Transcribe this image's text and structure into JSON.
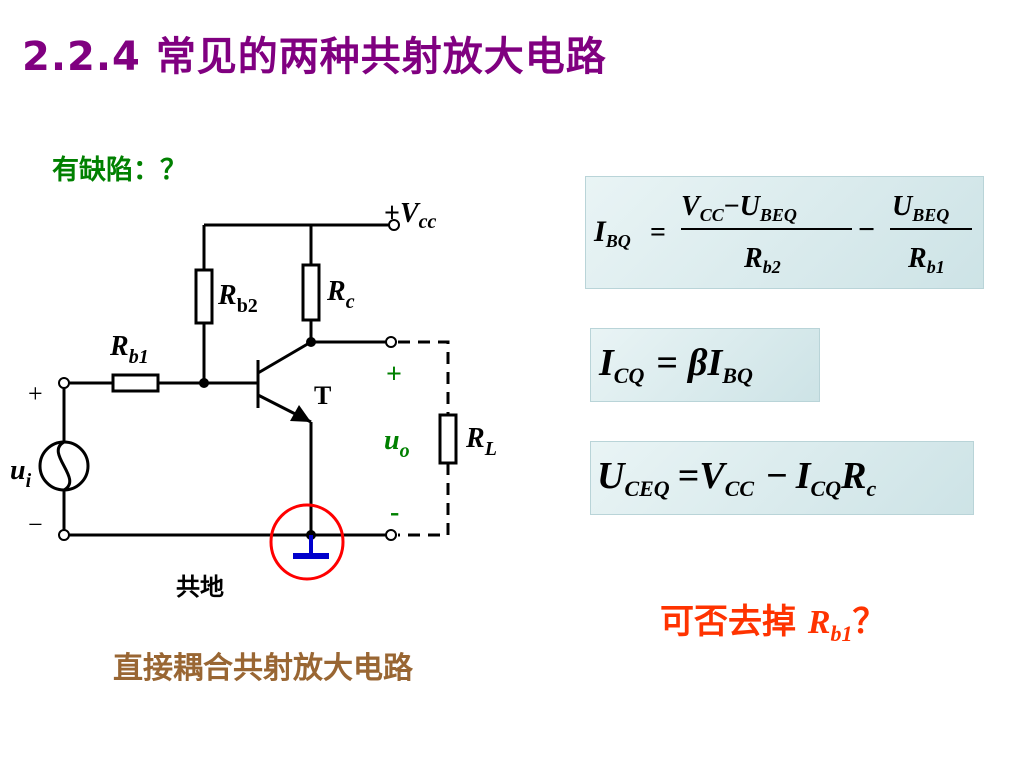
{
  "slide": {
    "title": "2.2.4 常见的两种共射放大电路",
    "defect_note": "有缺陷：？",
    "caption": "直接耦合共射放大电路",
    "question_prefix": "可否去掉 ",
    "question_var": "R",
    "question_sub": "b1",
    "question_suffix": "？"
  },
  "circuit": {
    "vcc": {
      "plus": "+",
      "main": "V",
      "sub": "cc"
    },
    "rb2": {
      "main": "R",
      "sub": "b2"
    },
    "rc": {
      "main": "R",
      "sub": "c"
    },
    "rb1": {
      "main": "R",
      "sub": "b1"
    },
    "transistor": "T",
    "rl": {
      "main": "R",
      "sub": "L"
    },
    "ui": {
      "main": "u",
      "sub": "i"
    },
    "input_plus": "+",
    "input_minus": "−",
    "out_plus": "+",
    "out_minus": "-",
    "uo": {
      "main": "u",
      "sub": "o"
    },
    "ground_label": "共地"
  },
  "formulas": {
    "ibq": {
      "lhs": "I",
      "lhs_sub": "BQ",
      "eq": "=",
      "num1_a": "V",
      "num1_a_sub": "CC",
      "num1_op": "−",
      "num1_b": "U",
      "num1_b_sub": "BEQ",
      "den1": "R",
      "den1_sub": "b2",
      "minus": "−",
      "num2": "U",
      "num2_sub": "BEQ",
      "den2": "R",
      "den2_sub": "b1"
    },
    "icq": {
      "lhs": "I",
      "lhs_sub": "CQ",
      "eq": "=",
      "beta": "β",
      "rhs": "I",
      "rhs_sub": "BQ"
    },
    "uceq": {
      "lhs": "U",
      "lhs_sub": "CEQ",
      "eq": "=",
      "a": "V",
      "a_sub": "CC",
      "op": "−",
      "b": "I",
      "b_sub": "CQ",
      "c": "R",
      "c_sub": "c"
    }
  },
  "colors": {
    "title": "#800080",
    "defect": "#008000",
    "caption": "#996633",
    "question": "#ff3300",
    "ground_highlight": "#ff0000",
    "ground_symbol": "#0000cc",
    "output_sign": "#008000"
  }
}
